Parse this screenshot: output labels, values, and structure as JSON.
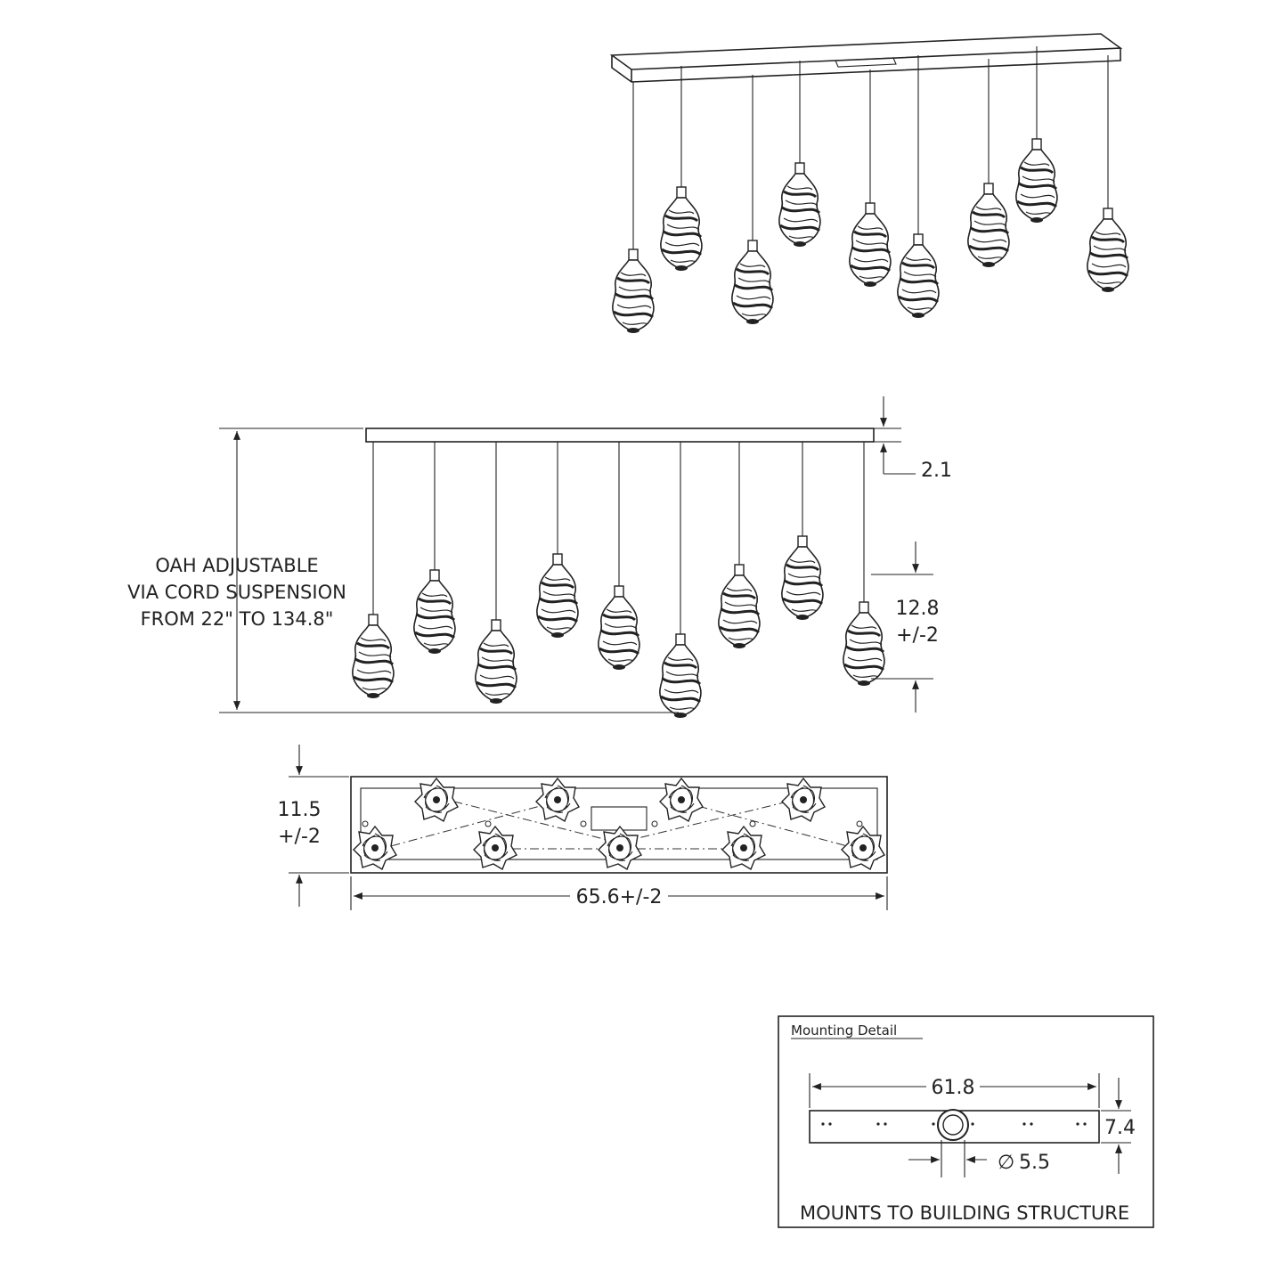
{
  "side_view": {
    "oah_note": [
      "OAH ADJUSTABLE",
      "VIA CORD SUSPENSION",
      "FROM 22\" TO 134.8\""
    ],
    "canopy_height": "2.1",
    "pendant_height": [
      "12.8",
      "+/-2"
    ]
  },
  "plan_view": {
    "depth": [
      "11.5",
      "+/-2"
    ],
    "length": "65.6+/-2"
  },
  "mounting_detail": {
    "title": "Mounting  Detail",
    "length": "61.8",
    "height": "7.4",
    "diameter": "5.5",
    "diameter_symbol": "∅",
    "footer": "MOUNTS TO BUILDING STRUCTURE"
  },
  "colors": {
    "line": "#222222",
    "background": "#ffffff"
  },
  "icons": [
    "pendant-glass-icon",
    "pendant-top-icon",
    "arrow-icon"
  ]
}
